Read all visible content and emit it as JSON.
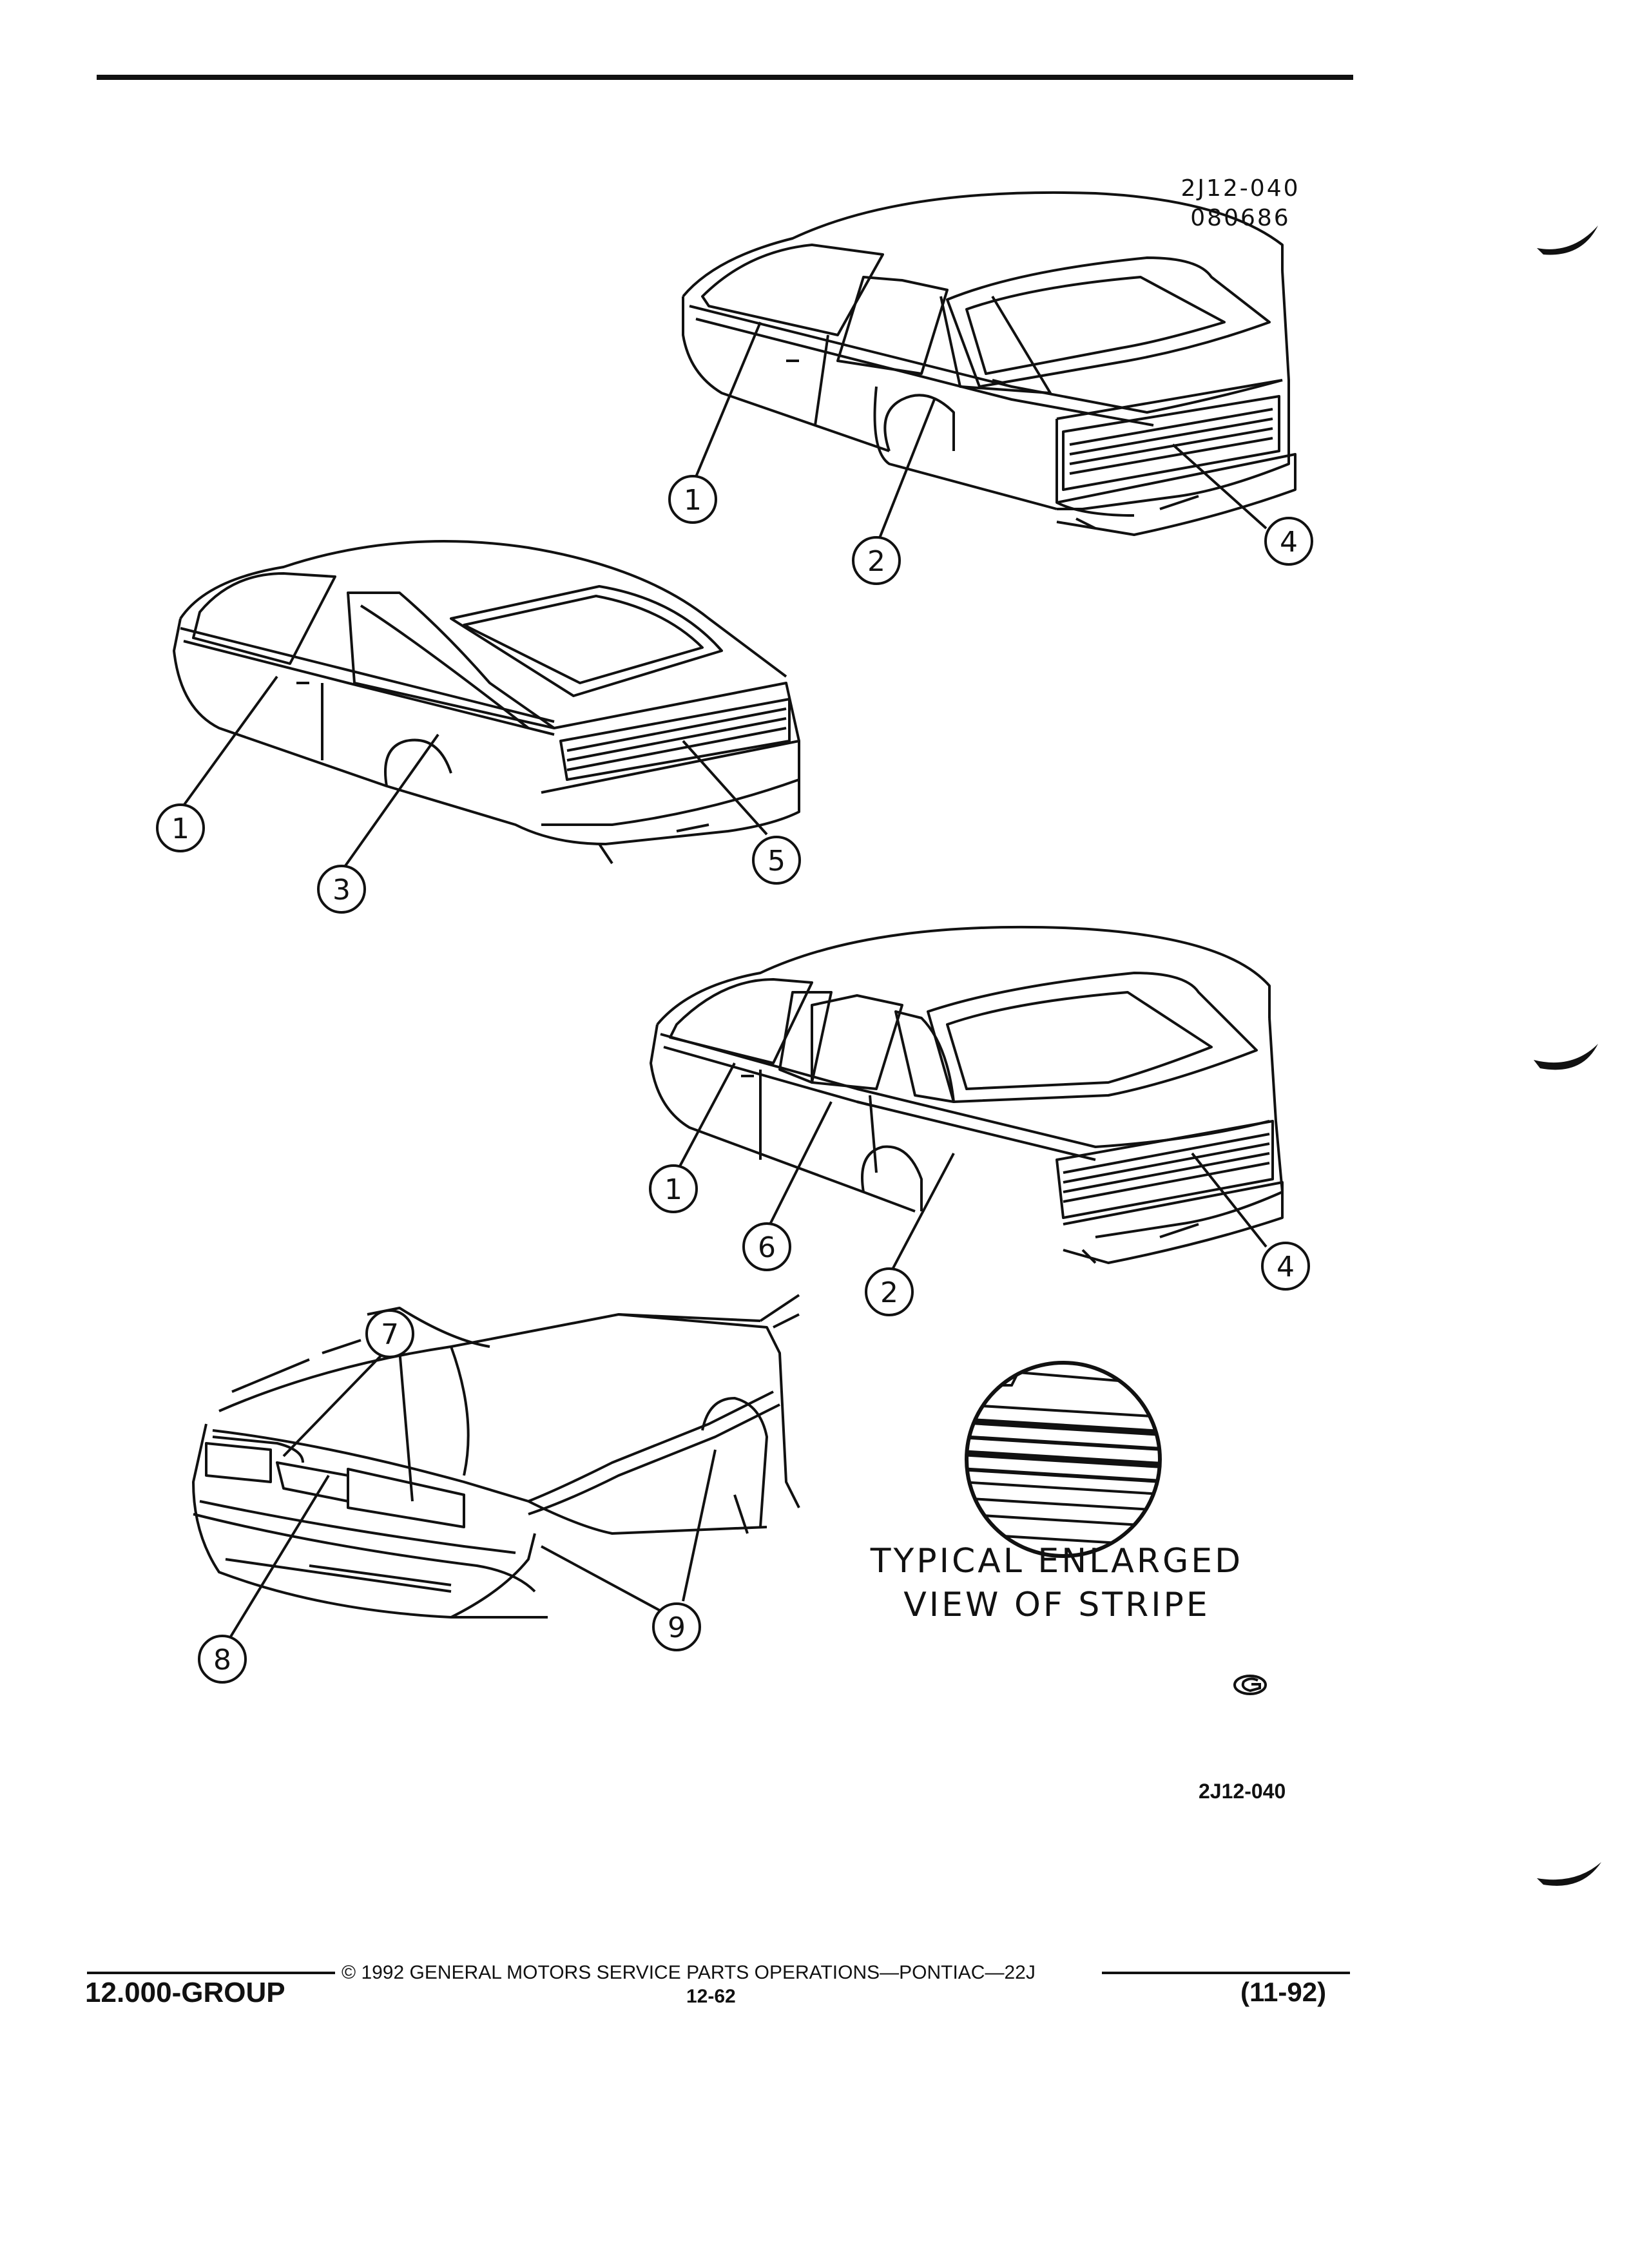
{
  "header": {
    "drawing_code": "2J12-040",
    "date_code": "080686"
  },
  "callouts": [
    "1",
    "2",
    "3",
    "4",
    "5",
    "6",
    "7",
    "8",
    "9"
  ],
  "enlarged_view": {
    "caption_line1": "TYPICAL ENLARGED",
    "caption_line2": "VIEW OF STRIPE"
  },
  "figure_id": "2J12-040",
  "footer": {
    "group": "12.000-GROUP",
    "copyright": "© 1992 GENERAL MOTORS SERVICE PARTS OPERATIONS—PONTIAC—22J",
    "page_number": "12-62",
    "date": "(11-92)"
  },
  "colors": {
    "ink": "#111111",
    "paper": "#ffffff"
  }
}
